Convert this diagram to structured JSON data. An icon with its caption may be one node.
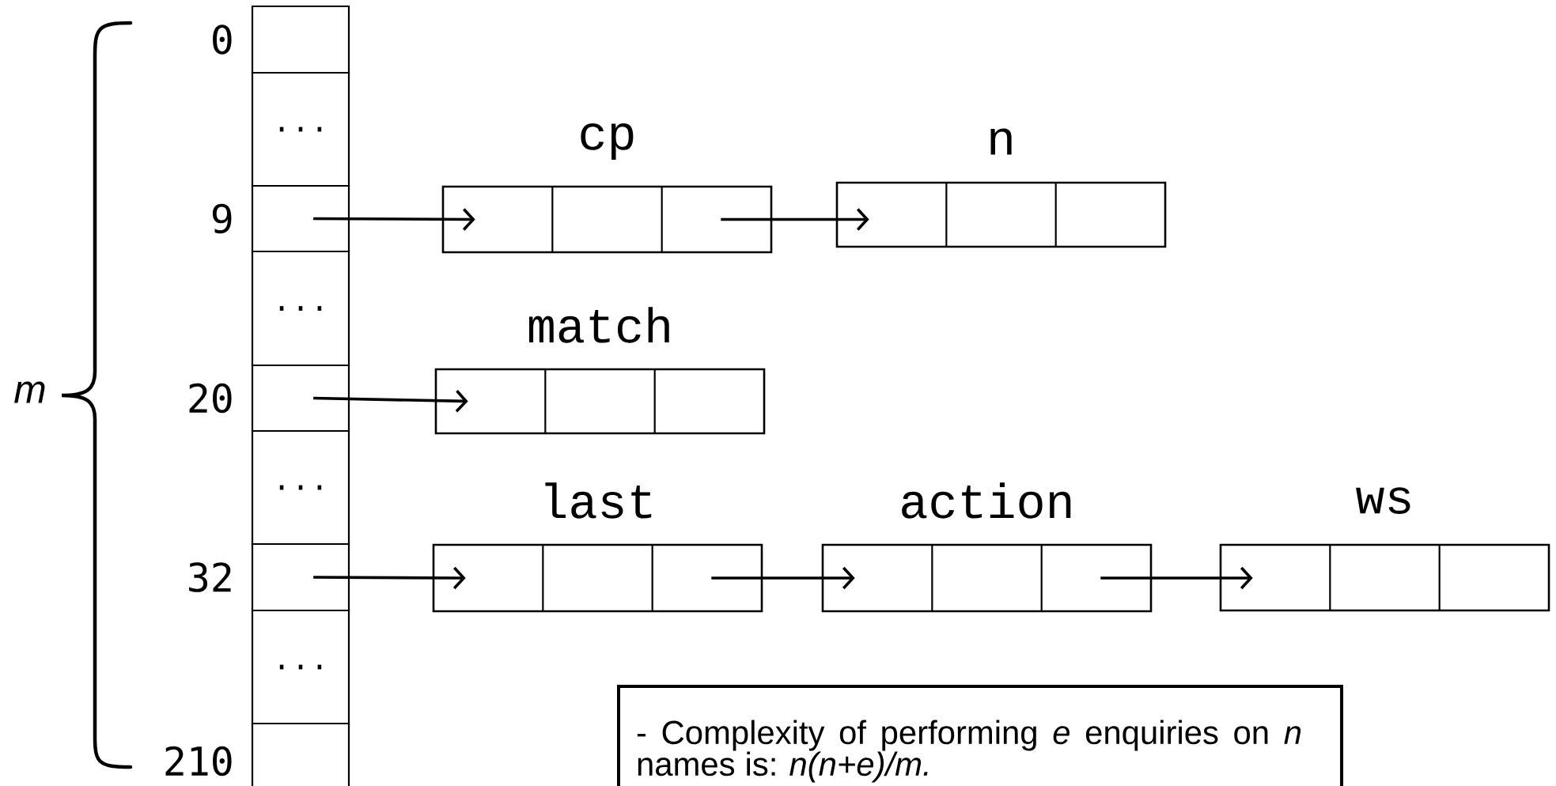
{
  "diagram": {
    "nodes": [
      {
        "text": [],
        "shape": "box",
        "beside": [
          "0"
        ]
      },
      {
        "text": [
          "..."
        ]
      },
      {
        "text": [],
        "shape": "box",
        "beside": [
          "9"
        ]
      },
      {
        "text": [
          "..."
        ]
      },
      {
        "text": [],
        "shape": "box",
        "beside": [
          "20"
        ]
      },
      {
        "text": [
          "..."
        ]
      },
      {
        "text": [],
        "shape": "box",
        "beside": [
          "32"
        ]
      },
      {
        "text": [
          "..."
        ]
      },
      {
        "text": [],
        "shape": "box",
        "beside": [
          "210"
        ]
      },
      {
        "text": [
          "cp"
        ]
      },
      {
        "text": [
          "n"
        ]
      },
      {
        "text": [
          "match"
        ]
      },
      {
        "text": [
          "last"
        ]
      },
      {
        "text": [
          "action"
        ]
      },
      {
        "text": [
          "ws"
        ]
      },
      {
        "text": [
          "- Complexity of performing *e* enquiries on *n* names is: *n(n+e)/m.*"
        ]
      }
    ],
    "edges": [
      {
        "from": 2,
        "to": 9,
        "arrow": "to"
      },
      {
        "from": 9,
        "to": 10,
        "arrow": "to"
      },
      {
        "from": 4,
        "to": 11,
        "arrow": "to"
      },
      {
        "from": 6,
        "to": 12,
        "arrow": "to"
      },
      {
        "from": 12,
        "to": 13,
        "arrow": "to"
      },
      {
        "from": 13,
        "to": 14,
        "arrow": "to"
      }
    ],
    "labels": [
      "m"
    ]
  }
}
